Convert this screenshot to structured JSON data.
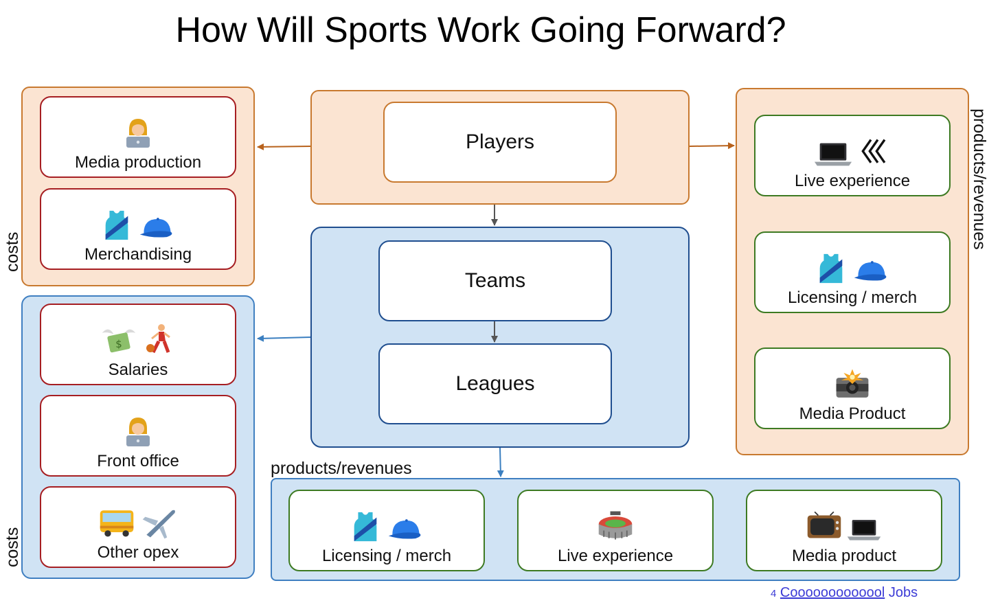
{
  "title": "How Will Sports Work Going Forward?",
  "center": {
    "players": "Players",
    "teams": "Teams",
    "leagues": "Leagues"
  },
  "left_top": {
    "side_label": "costs",
    "items": [
      {
        "label": "Media production",
        "icons": [
          "woman-technologist-icon"
        ]
      },
      {
        "label": "Merchandising",
        "icons": [
          "jersey-icon",
          "cap-icon"
        ]
      }
    ]
  },
  "left_bottom": {
    "side_label": "costs",
    "items": [
      {
        "label": "Salaries",
        "icons": [
          "money-wings-icon",
          "basketball-player-icon"
        ]
      },
      {
        "label": "Front office",
        "icons": [
          "woman-technologist-icon"
        ]
      },
      {
        "label": "Other opex",
        "icons": [
          "bus-icon",
          "airplane-icon"
        ]
      }
    ]
  },
  "right": {
    "side_label": "products/revenues",
    "items": [
      {
        "label": "Live experience",
        "icons": [
          "laptop-icon",
          "chevrons-left-icon"
        ]
      },
      {
        "label": "Licensing / merch",
        "icons": [
          "jersey-icon",
          "cap-icon"
        ]
      },
      {
        "label": "Media Product",
        "icons": [
          "camera-flash-icon"
        ]
      }
    ]
  },
  "bottom": {
    "label": "products/revenues",
    "items": [
      {
        "label": "Licensing / merch",
        "icons": [
          "jersey-icon",
          "cap-icon"
        ]
      },
      {
        "label": "Live experience",
        "icons": [
          "stadium-icon"
        ]
      },
      {
        "label": "Media product",
        "icons": [
          "tv-icon",
          "laptop-icon"
        ]
      }
    ]
  },
  "watermark": {
    "prefix": "4",
    "link": "Cooooooooooool",
    "suffix": "Jobs"
  },
  "colors": {
    "orange_fill": "#fbe4d2",
    "orange_border": "#c8792f",
    "blue_fill": "#d0e3f4",
    "blue_border": "#3f7fc1",
    "card_red": "#a61e22",
    "card_green": "#3d7a22"
  }
}
